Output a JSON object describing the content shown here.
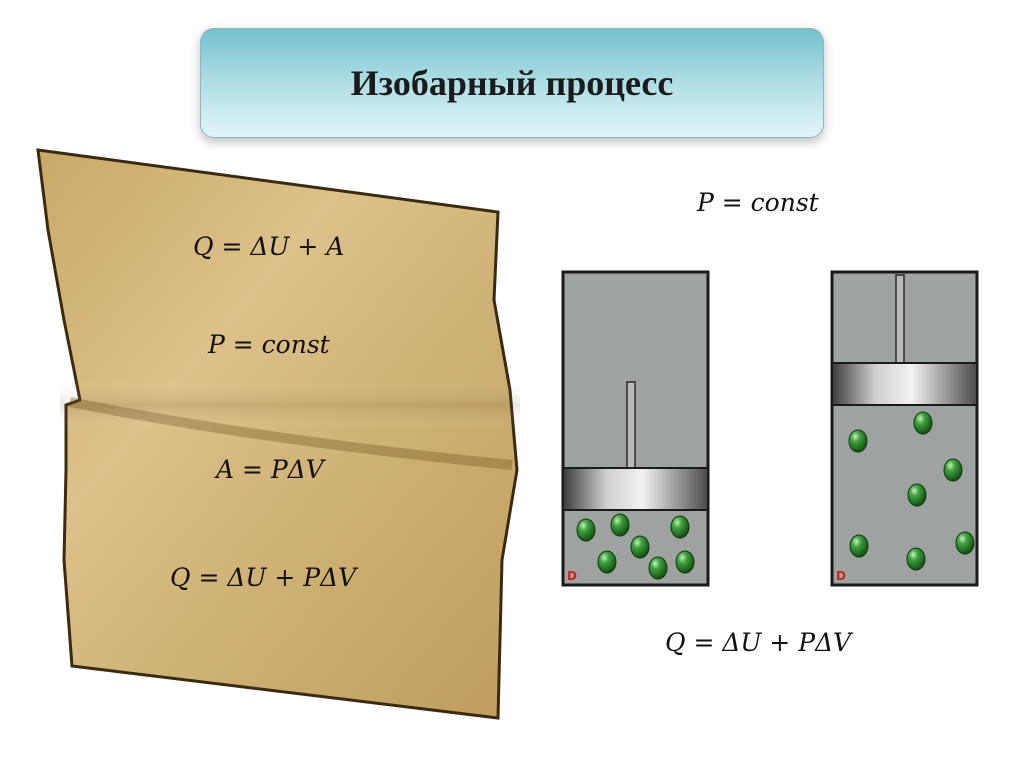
{
  "slide": {
    "title": "Изобарный процесс"
  },
  "paper_formulas": [
    "Q = ΔU + A",
    "P = const",
    "A = PΔV",
    "Q = ΔU + PΔV"
  ],
  "diagram": {
    "top_formula": "P = const",
    "bottom_formula": "Q = ΔU + PΔV",
    "cylinder_corner_mark": "D"
  },
  "colors": {
    "title_gradient_top": "#74c2cd",
    "paper": "#d4b57a",
    "cylinder": "#9ea3a1",
    "molecule": "#2f8a2f"
  }
}
